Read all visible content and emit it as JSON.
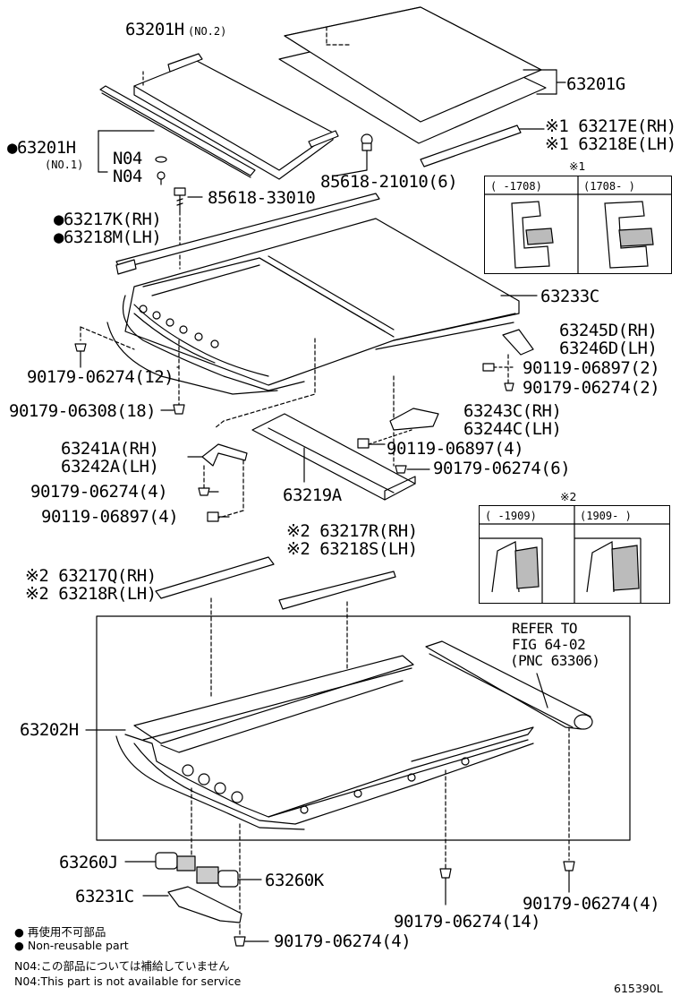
{
  "labels": {
    "p63201H_2": "63201H",
    "p63201H_2_note": "(NO.2)",
    "p63201G": "63201G",
    "p63217E": "※1 63217E(RH)",
    "p63218E": "※1 63218E(LH)",
    "p63201H_1": "●63201H",
    "p63201H_1_note": "(NO.1)",
    "n04a": "N04",
    "n04b": "N04",
    "p85618_21010": "85618-21010(6)",
    "p85618_33010": "85618-33010",
    "p63217K": "●63217K(RH)",
    "p63218M": "●63218M(LH)",
    "p63233C": "63233C",
    "p63245D": "63245D(RH)",
    "p63246D": "63246D(LH)",
    "p90119_06897_2": "90119-06897(2)",
    "p90179_06274_2": "90179-06274(2)",
    "p90179_06274_12": "90179-06274(12)",
    "p90179_06308_18": "90179-06308(18)",
    "p63243C": "63243C(RH)",
    "p63244C": "63244C(LH)",
    "p90119_06897_4a": "90119-06897(4)",
    "p90179_06274_6": "90179-06274(6)",
    "p63241A": "63241A(RH)",
    "p63242A": "63242A(LH)",
    "p90179_06274_4a": "90179-06274(4)",
    "p90119_06897_4b": "90119-06897(4)",
    "p63219A": "63219A",
    "p63217R": "※2 63217R(RH)",
    "p63218S": "※2 63218S(LH)",
    "p63217Q": "※2 63217Q(RH)",
    "p63218R": "※2 63218R(LH)",
    "refer1": "REFER TO",
    "refer2": "FIG 64-02",
    "refer3": "(PNC 63306)",
    "p63202H": "63202H",
    "p63260J": "63260J",
    "p63260K": "63260K",
    "p63231C": "63231C",
    "p90179_06274_14": "90179-06274(14)",
    "p90179_06274_4b": "90179-06274(4)",
    "p90179_06274_4c": "90179-06274(4)"
  },
  "insets": {
    "mark1": "※1",
    "mark1_left": "( -1708)",
    "mark1_right": "(1708- )",
    "mark2": "※2",
    "mark2_left": "( -1909)",
    "mark2_right": "(1909- )"
  },
  "notes": {
    "jp1": "● 再使用不可部品",
    "en1": "● Non-reusable part",
    "jp2": "N04:この部品については補給していません",
    "en2": "N04:This part is not available for service",
    "figure_id": "615390L"
  }
}
